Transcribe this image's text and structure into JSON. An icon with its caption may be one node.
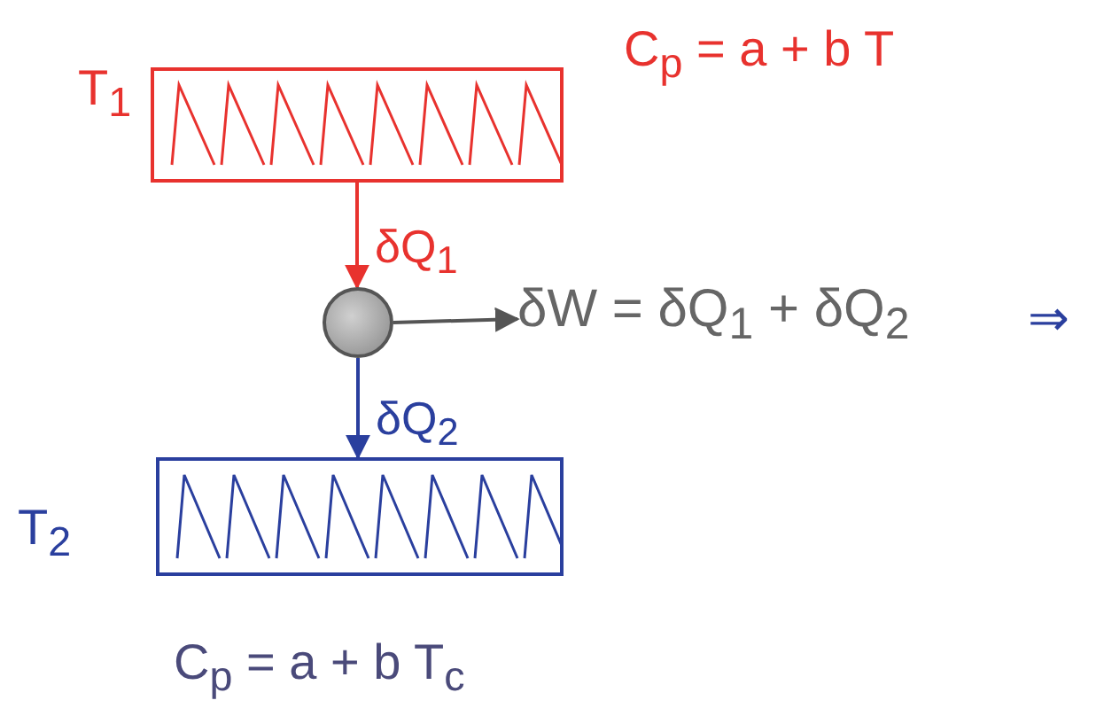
{
  "diagram": {
    "nodes": [
      {
        "text": [
          "T$_{1}$"
        ],
        "beside": [
          "C$_{p}$ = a + b T"
        ]
      },
      {
        "text": [],
        "shape": "circle"
      },
      {
        "text": [
          "T$_{2}$"
        ],
        "beside": [
          "C$_{p}$ = a + b T$_{c}$"
        ]
      },
      {
        "text": [
          "δW = δQ$_{1}$ + δQ$_{2}$"
        ]
      }
    ],
    "edges": [
      {
        "from": 0,
        "to": 1,
        "arrow": "to",
        "label": "δQ$_{1}$",
        "color": "#e8322e"
      },
      {
        "from": 1,
        "to": 2,
        "arrow": "to",
        "label": "δQ$_{2}$",
        "color": "#2a3f9e"
      },
      {
        "from": 1,
        "to": 3,
        "arrow": "to",
        "color": "#555555"
      }
    ],
    "labels": [
      "⇒"
    ]
  }
}
